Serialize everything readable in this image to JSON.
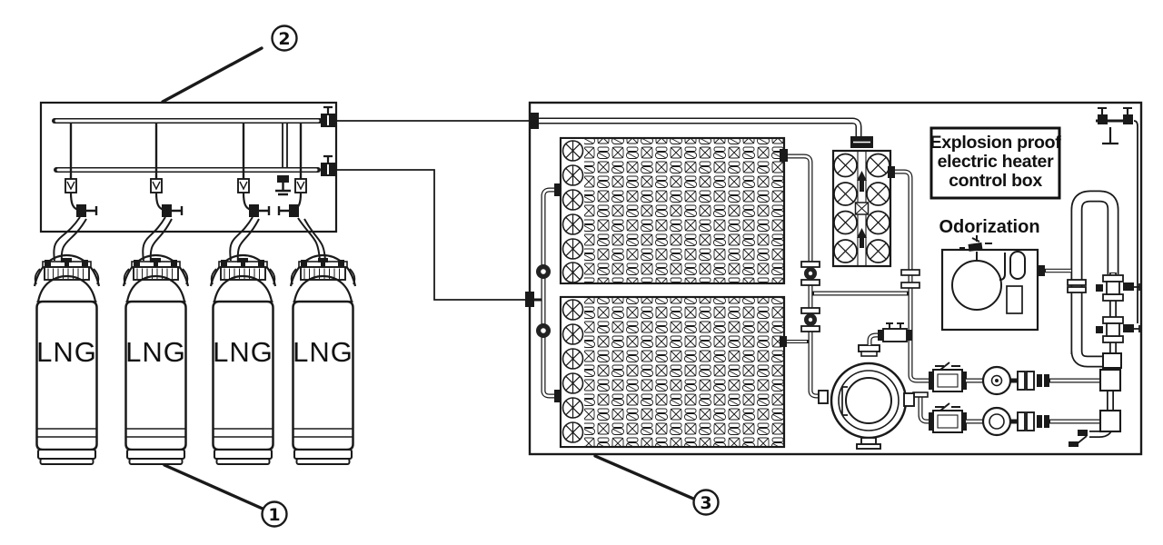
{
  "colors": {
    "ink": "#1a1a1a",
    "paper": "#ffffff"
  },
  "labels": {
    "cylinder": "LNG",
    "odorization": "Odorization",
    "heater_box": {
      "line1": "Explosion proof",
      "line2": "electric heater",
      "line3": "control box"
    }
  },
  "callouts": {
    "cylinders": "1",
    "manifold": "2",
    "skid": "3"
  }
}
